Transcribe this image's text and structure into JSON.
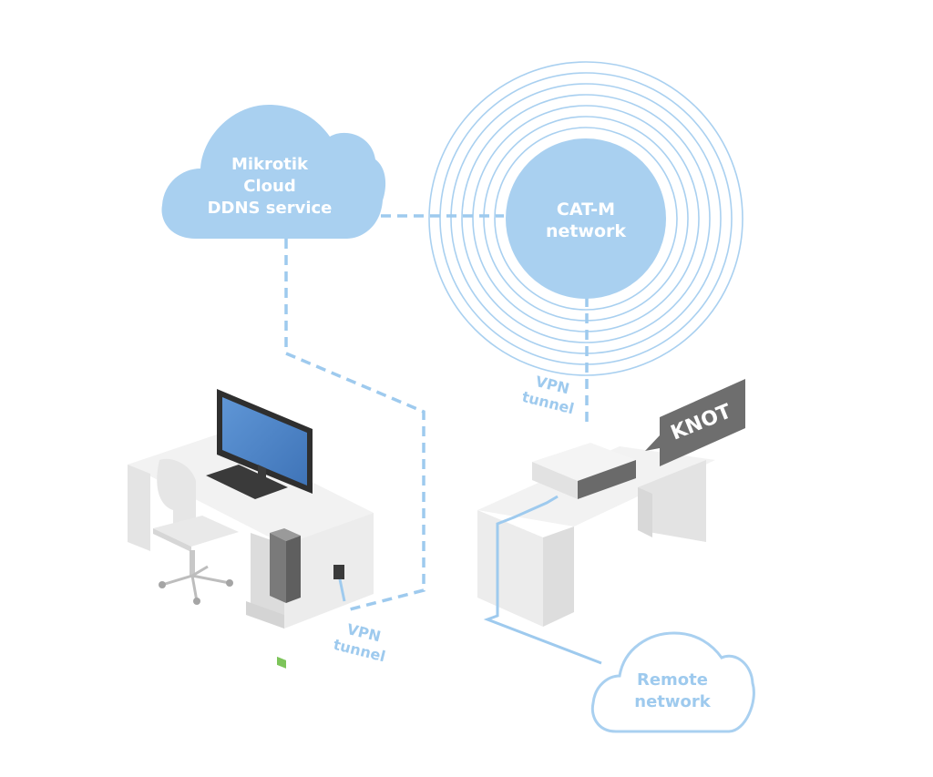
{
  "nodes": {
    "cloud": {
      "line1": "Mikrotik",
      "line2": "Cloud",
      "line3": "DDNS service"
    },
    "catm": {
      "line1": "CAT-M",
      "line2": "network"
    },
    "remote": {
      "line1": "Remote",
      "line2": "network"
    },
    "knot": {
      "label": "KNOT"
    }
  },
  "links": {
    "vpn_left": {
      "line1": "VPN",
      "line2": "tunnel"
    },
    "vpn_right": {
      "line1": "VPN",
      "line2": "tunnel"
    }
  },
  "colors": {
    "blue_fill": "#a9d0f0",
    "blue_line": "#9ecaee",
    "dark_gray": "#6e6e6e",
    "light_gray": "#e8e8e8",
    "screen": "#5a8fcf"
  }
}
